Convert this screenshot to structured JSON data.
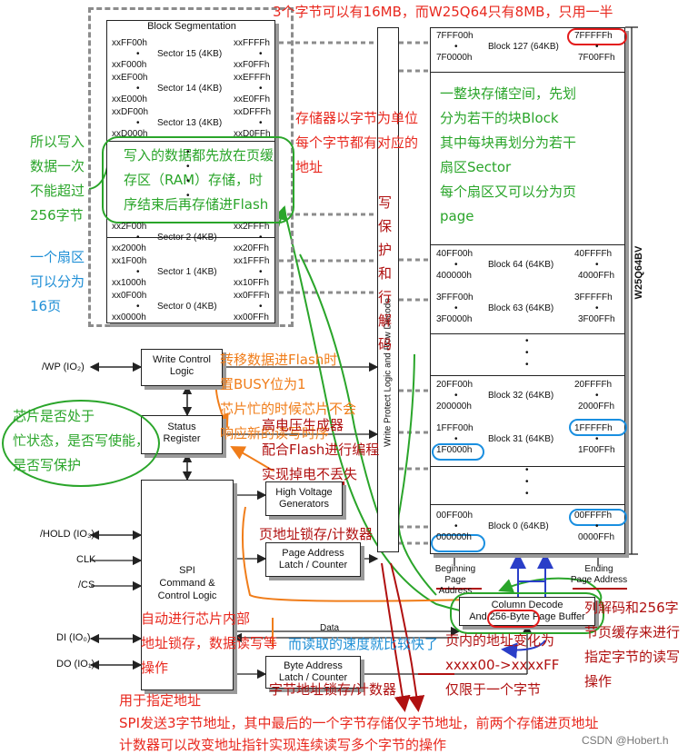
{
  "block_seg": {
    "title": "Block Segmentation",
    "sectors": [
      {
        "tl": "xxFF00h",
        "tr": "xxFFFFh",
        "label": "Sector 15 (4KB)",
        "bl": "xxF000h",
        "br": "xxF0FFh"
      },
      {
        "tl": "xxEF00h",
        "tr": "xxEFFFh",
        "label": "Sector 14 (4KB)",
        "bl": "xxE000h",
        "br": "xxE0FFh"
      },
      {
        "tl": "xxDF00h",
        "tr": "xxDFFFh",
        "label": "Sector 13 (4KB)",
        "bl": "xxD000h",
        "br": "xxD0FFh"
      },
      {
        "tl": "xx2F00h",
        "tr": "xx2FFFh",
        "label": "Sector 2 (4KB)",
        "bl": "xx2000h",
        "br": "xx20FFh"
      },
      {
        "tl": "xx1F00h",
        "tr": "xx1FFFh",
        "label": "Sector 1 (4KB)",
        "bl": "xx1000h",
        "br": "xx10FFh"
      },
      {
        "tl": "xx0F00h",
        "tr": "xx0FFFh",
        "label": "Sector 0 (4KB)",
        "bl": "xx0000h",
        "br": "xx00FFh"
      }
    ],
    "dot": "•"
  },
  "memory": {
    "blocks": [
      {
        "tl": "7FFF00h",
        "tr": "7FFFFFh",
        "label": "Block 127 (64KB)",
        "bl": "7F0000h",
        "br": "7F00FFh"
      },
      {
        "tl": "40FF00h",
        "tr": "40FFFFh",
        "label": "Block 64 (64KB)",
        "bl": "400000h",
        "br": "4000FFh"
      },
      {
        "tl": "3FFF00h",
        "tr": "3FFFFFh",
        "label": "Block 63 (64KB)",
        "bl": "3F0000h",
        "br": "3F00FFh"
      },
      {
        "tl": "20FF00h",
        "tr": "20FFFFh",
        "label": "Block 32 (64KB)",
        "bl": "200000h",
        "br": "2000FFh"
      },
      {
        "tl": "1FFF00h",
        "tr": "1FFFFFh",
        "label": "Block 31 (64KB)",
        "bl": "1F0000h",
        "br": "1F00FFh"
      },
      {
        "tl": "00FF00h",
        "tr": "00FFFFh",
        "label": "Block 0 (64KB)",
        "bl": "000000h",
        "br": "0000FFh"
      }
    ],
    "chip_name": "W25Q64BV",
    "decode_label": "Write Protect Logic and Row Decode",
    "beginning": "Beginning",
    "ending": "Ending",
    "page_address": "Page Address"
  },
  "blocks_logic": {
    "write_control": "Write Control\nLogic",
    "status_register": "Status\nRegister",
    "hv_gen": "High Voltage\nGenerators",
    "page_latch": "Page Address\nLatch / Counter",
    "spi_logic": "SPI\nCommand &\nControl Logic",
    "byte_latch": "Byte Address\nLatch / Counter",
    "column_decode": "Column Decode\nAnd 256-Byte Page Buffer",
    "data_label": "Data"
  },
  "pins": [
    "/WP (IO₂)",
    "/HOLD (IO₃)",
    "CLK",
    "/CS",
    "DI (IO₀)",
    "DO (IO₁)"
  ],
  "notes": {
    "top_red": "3个字节可以有16MB，而W25Q64只有8MB，只用一半",
    "mem_unit": "存储器以字节为单位\n每个字节都有对应的\n地址",
    "whole_space": "一整块存储空间，先划\n分为若干的块Block\n其中每块再划分为若干\n扇区Sector\n每个扇区又可以分为页\npage",
    "write_once": "所以写入\n数据一次\n不能超过\n256字节",
    "sector_pages": "一个扇区\n可以分为\n16页",
    "page_buffer": "写入的数据都先放在页缓\n存区（RAM）存储，时\n序结束后再存储进Flash",
    "write_protect": "写\n保\n护\n和\n行\n解\n码",
    "busy_status": "芯片是否处于\n忙状态，是否写使能，\n是否写保护",
    "busy_note": "转移数据进Flash时\n置BUSY位为1\n芯片忙的时候芯片不会\n响应新的读写时序",
    "hv_note": "高电压生成器\n配合Flash进行编程\n实现掉电不丢失",
    "page_latch_note": "页地址锁存/计数器",
    "spi_note": "自动进行芯片内部\n地址锁存，数据读写等\n操作",
    "faster_read": "而读取的速度就比较快了",
    "page_addr_change": "页内的地址变化为\nxxxx00->xxxxFF\n仅限于一个字节",
    "col_decode_note": "列解码和256字\n节页缓存来进行\n指定字节的读写\n操作",
    "byte_latch_note": "字节地址锁存/计数器",
    "for_addr": "用于指定地址",
    "bottom": "SPI发送3字节地址，其中最后的一个字节存储仅字节地址，前两个存储进页地址\n计数器可以改变地址指针实现连续读写多个字节的操作",
    "watermark": "CSDN @Hobert.h"
  },
  "colors": {
    "red": "#e8281e",
    "green": "#2aa52a",
    "blue": "#1f8fd6",
    "orange": "#f07d1a",
    "dark_red": "#b01010"
  }
}
